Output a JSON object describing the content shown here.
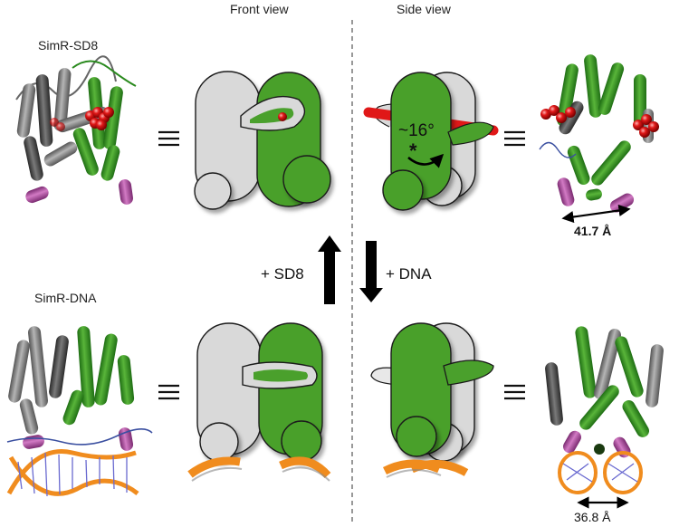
{
  "headers": {
    "front": "Front view",
    "side": "Side view"
  },
  "structures": {
    "top": "SimR-SD8",
    "bottom": "SimR-DNA"
  },
  "transitions": {
    "add_sd8": "+ SD8",
    "add_dna": "+ DNA"
  },
  "annotations": {
    "rotation_angle": "~16°",
    "asterisk": "*",
    "distance_top": "41.7 Å",
    "distance_bottom": "36.8 Å",
    "equivalence_symbol": "≡"
  },
  "colors": {
    "subunit_green": "#4aa02c",
    "subunit_grey": "#d9d9d9",
    "ligand_red": "#e01818",
    "dna_orange": "#f08c1e",
    "helix_magenta": "#b04aa0",
    "outline": "#1a1a1a"
  }
}
